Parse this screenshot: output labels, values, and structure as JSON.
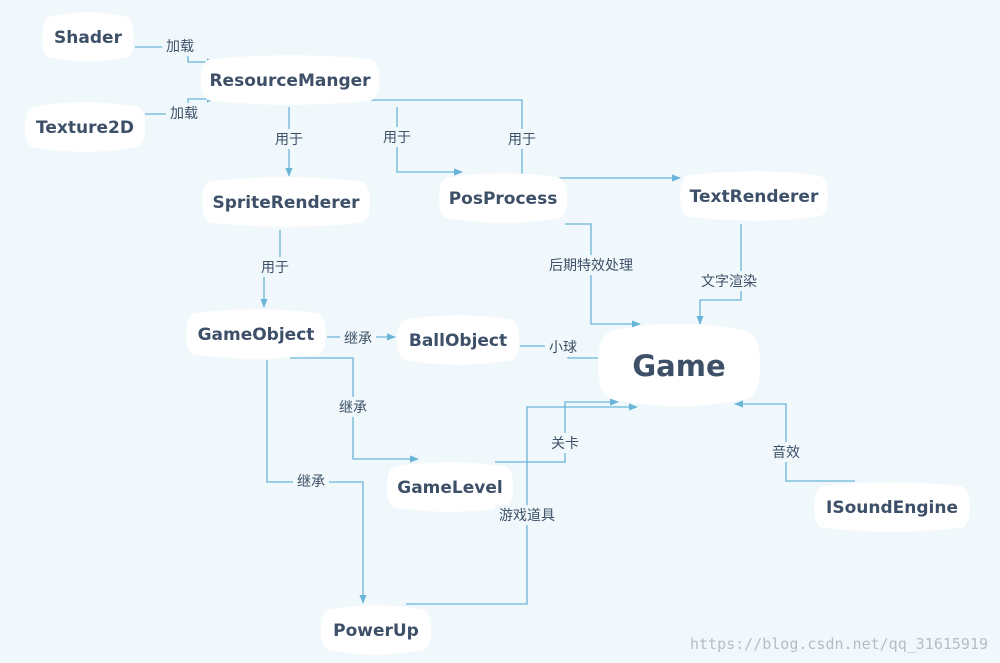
{
  "colors": {
    "background": "#f1f8fb",
    "node_fill": "#ffffff",
    "node_text": "#3d5068",
    "edge": "#6ab4d8",
    "watermark": "#b6bdc3"
  },
  "nodes": [
    {
      "id": "shader",
      "label": "Shader"
    },
    {
      "id": "resource",
      "label": "ResourceManger"
    },
    {
      "id": "texture",
      "label": "Texture2D"
    },
    {
      "id": "sprite",
      "label": "SpriteRenderer"
    },
    {
      "id": "posprocess",
      "label": "PosProcess"
    },
    {
      "id": "textrenderer",
      "label": "TextRenderer"
    },
    {
      "id": "gameobject",
      "label": "GameObject"
    },
    {
      "id": "ballobject",
      "label": "BallObject"
    },
    {
      "id": "game",
      "label": "Game"
    },
    {
      "id": "gamelevel",
      "label": "GameLevel"
    },
    {
      "id": "isound",
      "label": "ISoundEngine"
    },
    {
      "id": "powerup",
      "label": "PowerUp"
    }
  ],
  "edges": [
    {
      "from": "shader",
      "to": "resource",
      "label": "加载"
    },
    {
      "from": "texture",
      "to": "resource",
      "label": "加载"
    },
    {
      "from": "resource",
      "to": "sprite",
      "label": "用于"
    },
    {
      "from": "resource",
      "to": "posprocess",
      "label": "用于"
    },
    {
      "from": "resource",
      "to": "textrenderer",
      "label": "用于"
    },
    {
      "from": "sprite",
      "to": "gameobject",
      "label": "用于"
    },
    {
      "from": "posprocess",
      "to": "game",
      "label": "后期特效处理"
    },
    {
      "from": "textrenderer",
      "to": "game",
      "label": "文字渲染"
    },
    {
      "from": "gameobject",
      "to": "ballobject",
      "label": "继承"
    },
    {
      "from": "ballobject",
      "to": "game",
      "label": "小球"
    },
    {
      "from": "gameobject",
      "to": "gamelevel",
      "label": "继承"
    },
    {
      "from": "gameobject",
      "to": "powerup",
      "label": "继承"
    },
    {
      "from": "gamelevel",
      "to": "game",
      "label": "关卡"
    },
    {
      "from": "powerup",
      "to": "game",
      "label": "游戏道具"
    },
    {
      "from": "isound",
      "to": "game",
      "label": "音效"
    }
  ],
  "watermark": "https://blog.csdn.net/qq_31615919"
}
